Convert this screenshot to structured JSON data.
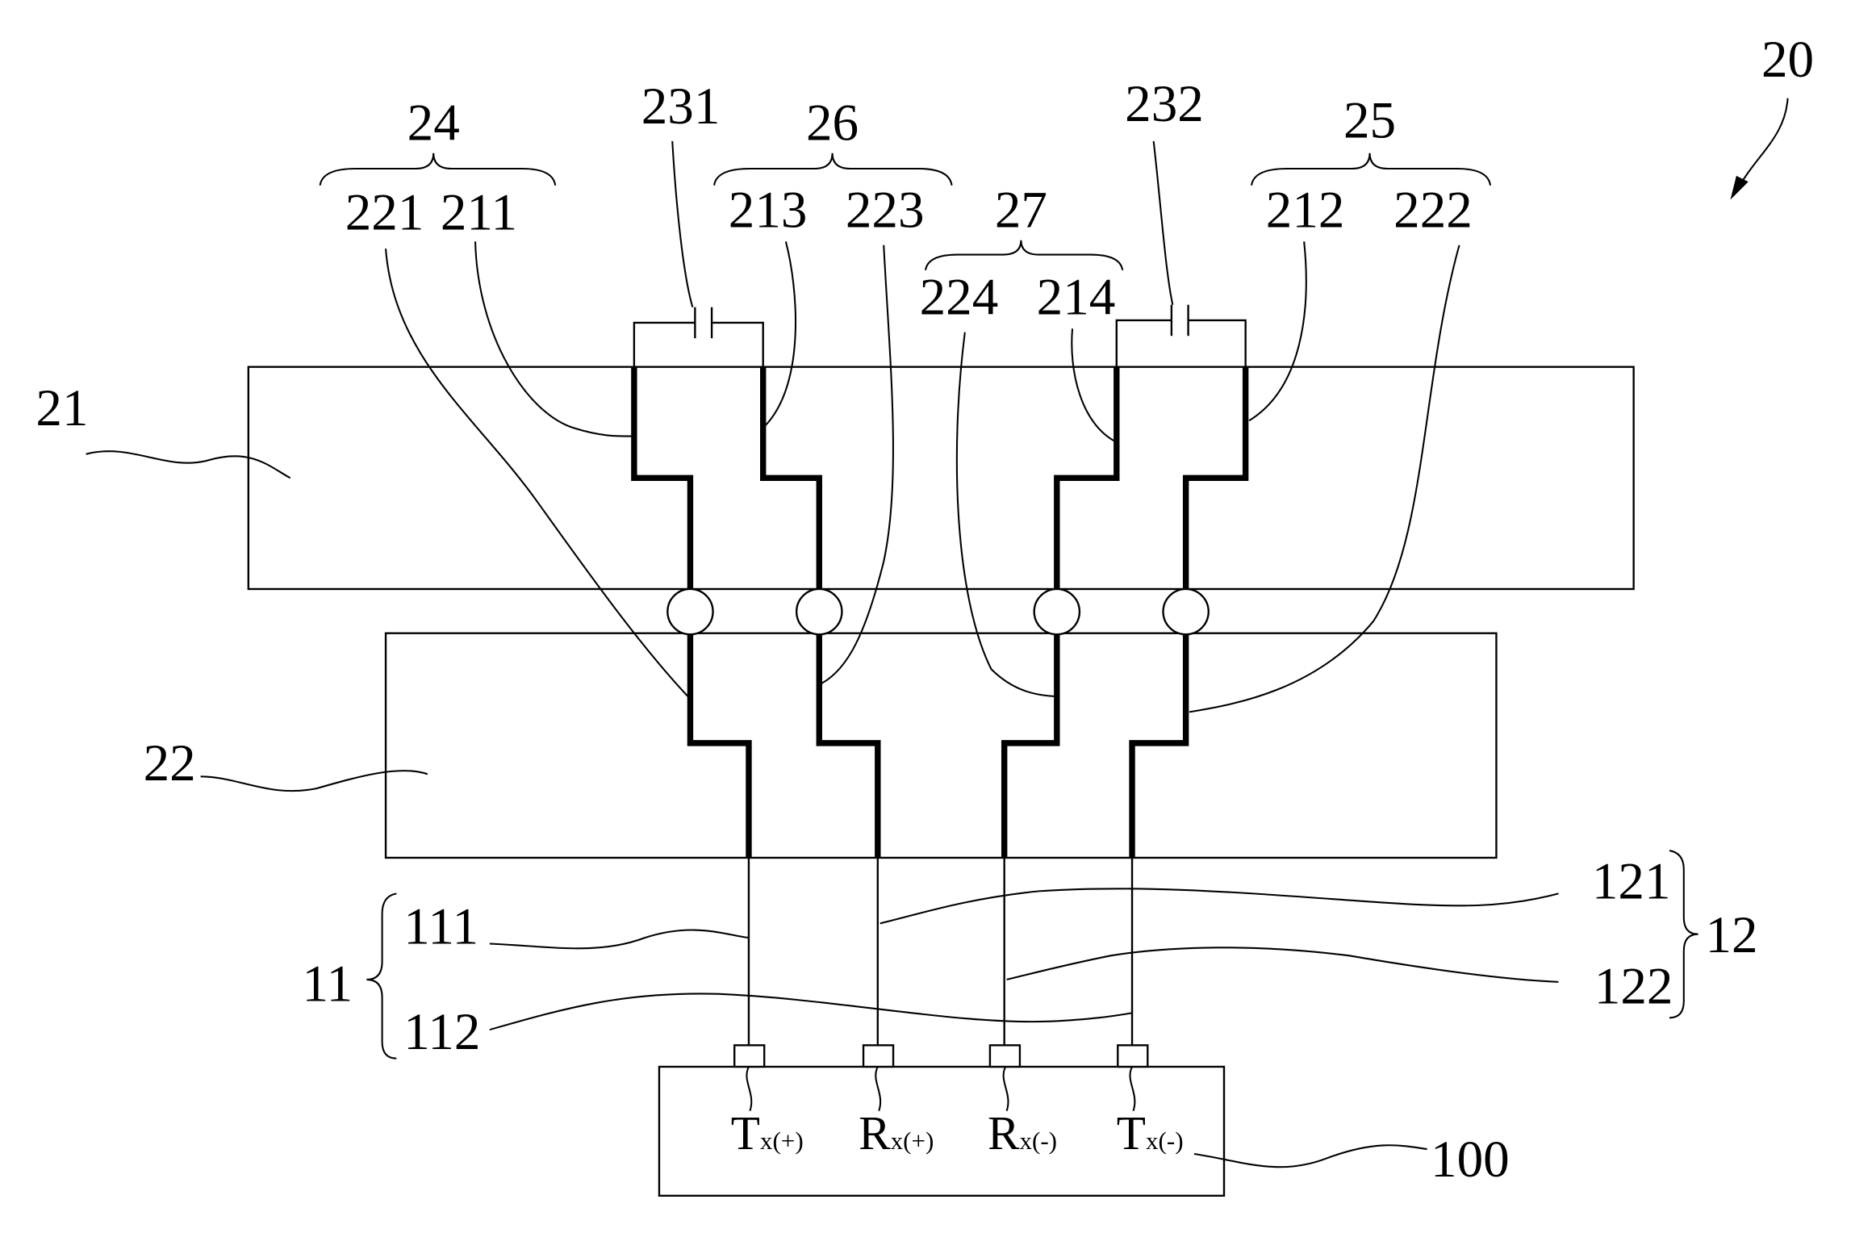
{
  "figure": {
    "reference": "20"
  },
  "boards": {
    "first": "21",
    "second": "22"
  },
  "signal_pairs": {
    "pair_24": {
      "label": "24",
      "second_board_trace": "221",
      "first_board_trace": "211"
    },
    "pair_26": {
      "label": "26",
      "first_board_trace": "213",
      "second_board_trace": "223"
    },
    "pair_27": {
      "label": "27",
      "second_board_trace": "224",
      "first_board_trace": "214"
    },
    "pair_25": {
      "label": "25",
      "first_board_trace": "212",
      "second_board_trace": "222"
    }
  },
  "capacitors": {
    "first": "231",
    "second": "232"
  },
  "cables": {
    "cable_11": {
      "label": "11",
      "wires": [
        "111",
        "112"
      ]
    },
    "cable_12": {
      "label": "12",
      "wires": [
        "121",
        "122"
      ]
    }
  },
  "module": {
    "label": "100",
    "pins": [
      {
        "main": "T",
        "sub": "x(+)"
      },
      {
        "main": "R",
        "sub": "x(+)"
      },
      {
        "main": "R",
        "sub": "x(-)"
      },
      {
        "main": "T",
        "sub": "x(-)"
      }
    ]
  }
}
